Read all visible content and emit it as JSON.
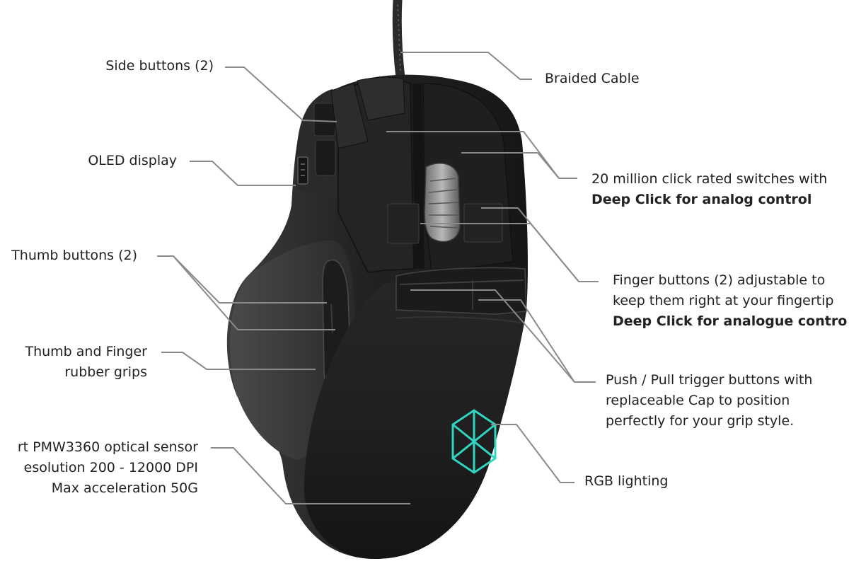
{
  "diagram": {
    "colors": {
      "leader_line": "#8a8a8a",
      "text": "#222222",
      "rgb_logo": "#2fd6c0"
    },
    "callouts": {
      "side_buttons": [
        "Side buttons (2)"
      ],
      "oled_display": [
        "OLED display"
      ],
      "thumb_buttons": [
        "Thumb buttons (2)"
      ],
      "rubber_grips": [
        "Thumb and Finger",
        "rubber grips"
      ],
      "sensor": [
        "rt PMW3360 optical sensor",
        "esolution 200 - 12000 DPI",
        "Max acceleration 50G"
      ],
      "braided_cable": [
        "Braided Cable"
      ],
      "switches": {
        "line1": "20 million click rated switches with",
        "line2_bold": "Deep Click for analog control"
      },
      "finger_buttons": {
        "line1": "Finger buttons (2) adjustable to",
        "line2": "keep them right at your fingertip",
        "line3_bold": "Deep Click for analogue contro"
      },
      "trigger_buttons": [
        "Push / Pull trigger buttons with",
        "replaceable Cap to position",
        "perfectly for your grip style."
      ],
      "rgb_lighting": [
        "RGB lighting"
      ]
    }
  }
}
